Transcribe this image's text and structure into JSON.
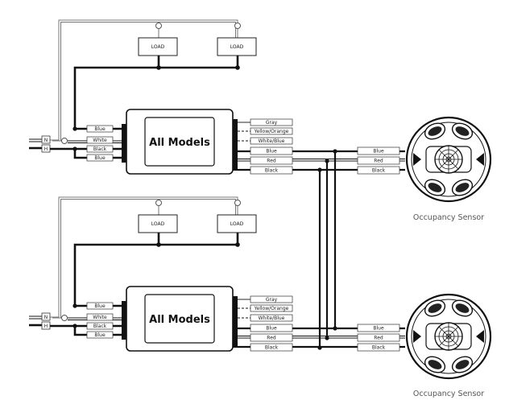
{
  "units": [
    {
      "controller_label": "All Models",
      "load_labels": [
        "LOAD",
        "LOAD"
      ],
      "supply_terminals": [
        "N",
        "H"
      ],
      "input_wires": [
        "Blue",
        "White",
        "Black",
        "Blue"
      ],
      "output_wires": [
        "Gray",
        "Yellow/Orange",
        "White/Blue",
        "Blue",
        "Red",
        "Black"
      ],
      "sensor_wires": [
        "Blue",
        "Red",
        "Black"
      ],
      "sensor_caption": "Occupancy Sensor"
    },
    {
      "controller_label": "All Models",
      "load_labels": [
        "LOAD",
        "LOAD"
      ],
      "supply_terminals": [
        "N",
        "H"
      ],
      "input_wires": [
        "Blue",
        "White",
        "Black",
        "Blue"
      ],
      "output_wires": [
        "Gray",
        "Yellow/Orange",
        "White/Blue",
        "Blue",
        "Red",
        "Black"
      ],
      "sensor_wires": [
        "Blue",
        "Red",
        "Black"
      ],
      "sensor_caption": "Occupancy Sensor"
    }
  ]
}
